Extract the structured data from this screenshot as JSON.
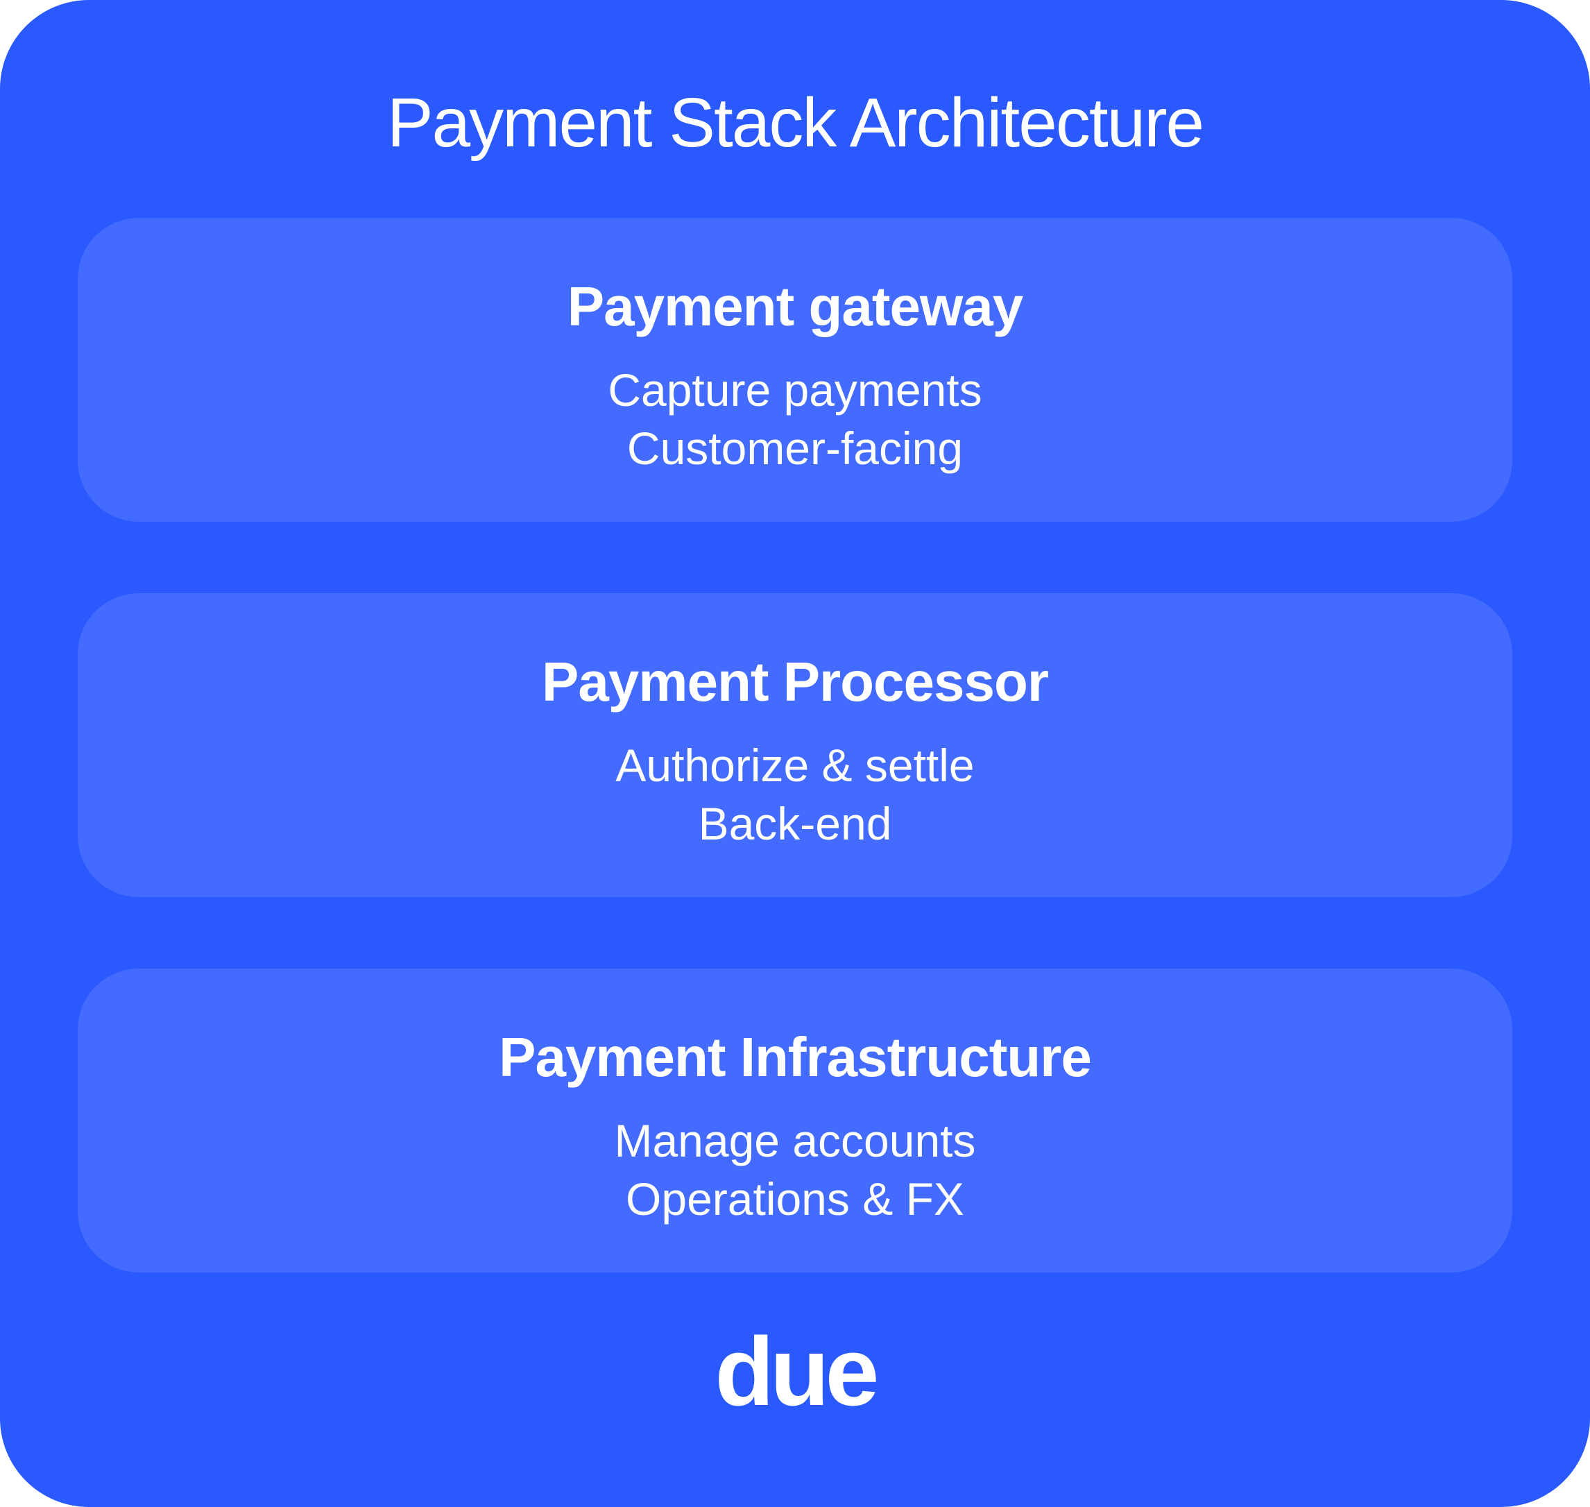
{
  "title": "Payment Stack Architecture",
  "colors": {
    "background": "#2959FF",
    "layer_box": "#436BFF",
    "text": "#FFFFFF"
  },
  "layers": [
    {
      "name": "Payment gateway",
      "lines": [
        "Capture payments",
        "Customer-facing"
      ]
    },
    {
      "name": "Payment Processor",
      "lines": [
        "Authorize & settle",
        "Back-end"
      ]
    },
    {
      "name": "Payment Infrastructure",
      "lines": [
        "Manage accounts",
        "Operations & FX"
      ]
    }
  ],
  "logo": {
    "text": "due"
  }
}
